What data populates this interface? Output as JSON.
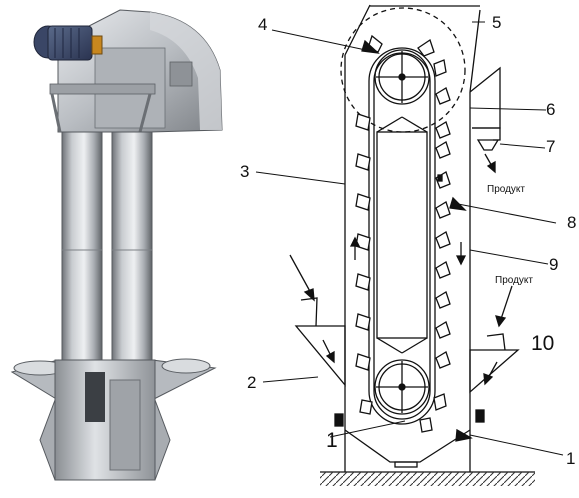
{
  "photo": {
    "subject": "bucket-elevator-photo"
  },
  "schematic": {
    "product_label": "Продукт",
    "callouts": {
      "n1": "1",
      "n2": "2",
      "n3": "3",
      "n4": "4",
      "n5": "5",
      "n6": "6",
      "n7": "7",
      "n8": "8",
      "n9": "9",
      "n10": "10",
      "n11": "1"
    }
  }
}
